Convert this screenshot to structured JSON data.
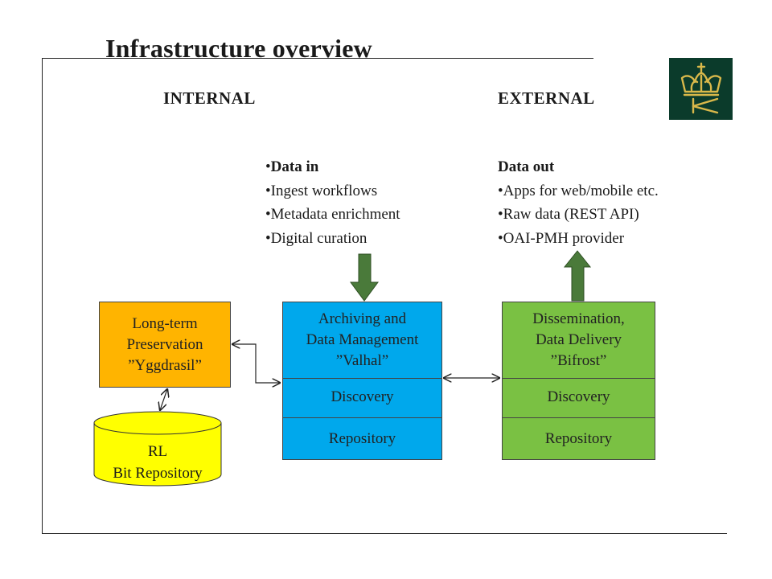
{
  "title": "Infrastructure overview",
  "sections": {
    "internal": "INTERNAL",
    "external": "EXTERNAL"
  },
  "data_in": {
    "title": "Data in",
    "items": [
      "Ingest workflows",
      "Metadata enrichment",
      "Digital curation"
    ]
  },
  "data_out": {
    "title": "Data out",
    "items": [
      "Apps for web/mobile etc.",
      "Raw data (REST API)",
      "OAI-PMH provider"
    ]
  },
  "preservation": {
    "lines": [
      "Long-term",
      "Preservation",
      "”Yggdrasil”"
    ],
    "color": "#ffb400"
  },
  "bit_repository": {
    "lines": [
      "RL",
      "Bit Repository"
    ],
    "color": "#ffff00"
  },
  "archiving": {
    "lines": [
      "Archiving and",
      "Data Management",
      "”Valhal”"
    ],
    "discovery": "Discovery",
    "repository": "Repository",
    "color": "#00a8ec"
  },
  "dissemination": {
    "lines": [
      "Dissemination,",
      "Data Delivery",
      "”Bifrost”"
    ],
    "discovery": "Discovery",
    "repository": "Repository",
    "color": "#7ac143"
  },
  "arrow_color": "#4a7a3a",
  "logo_color": "#0b3b2b",
  "logo_icon": "crown-icon"
}
